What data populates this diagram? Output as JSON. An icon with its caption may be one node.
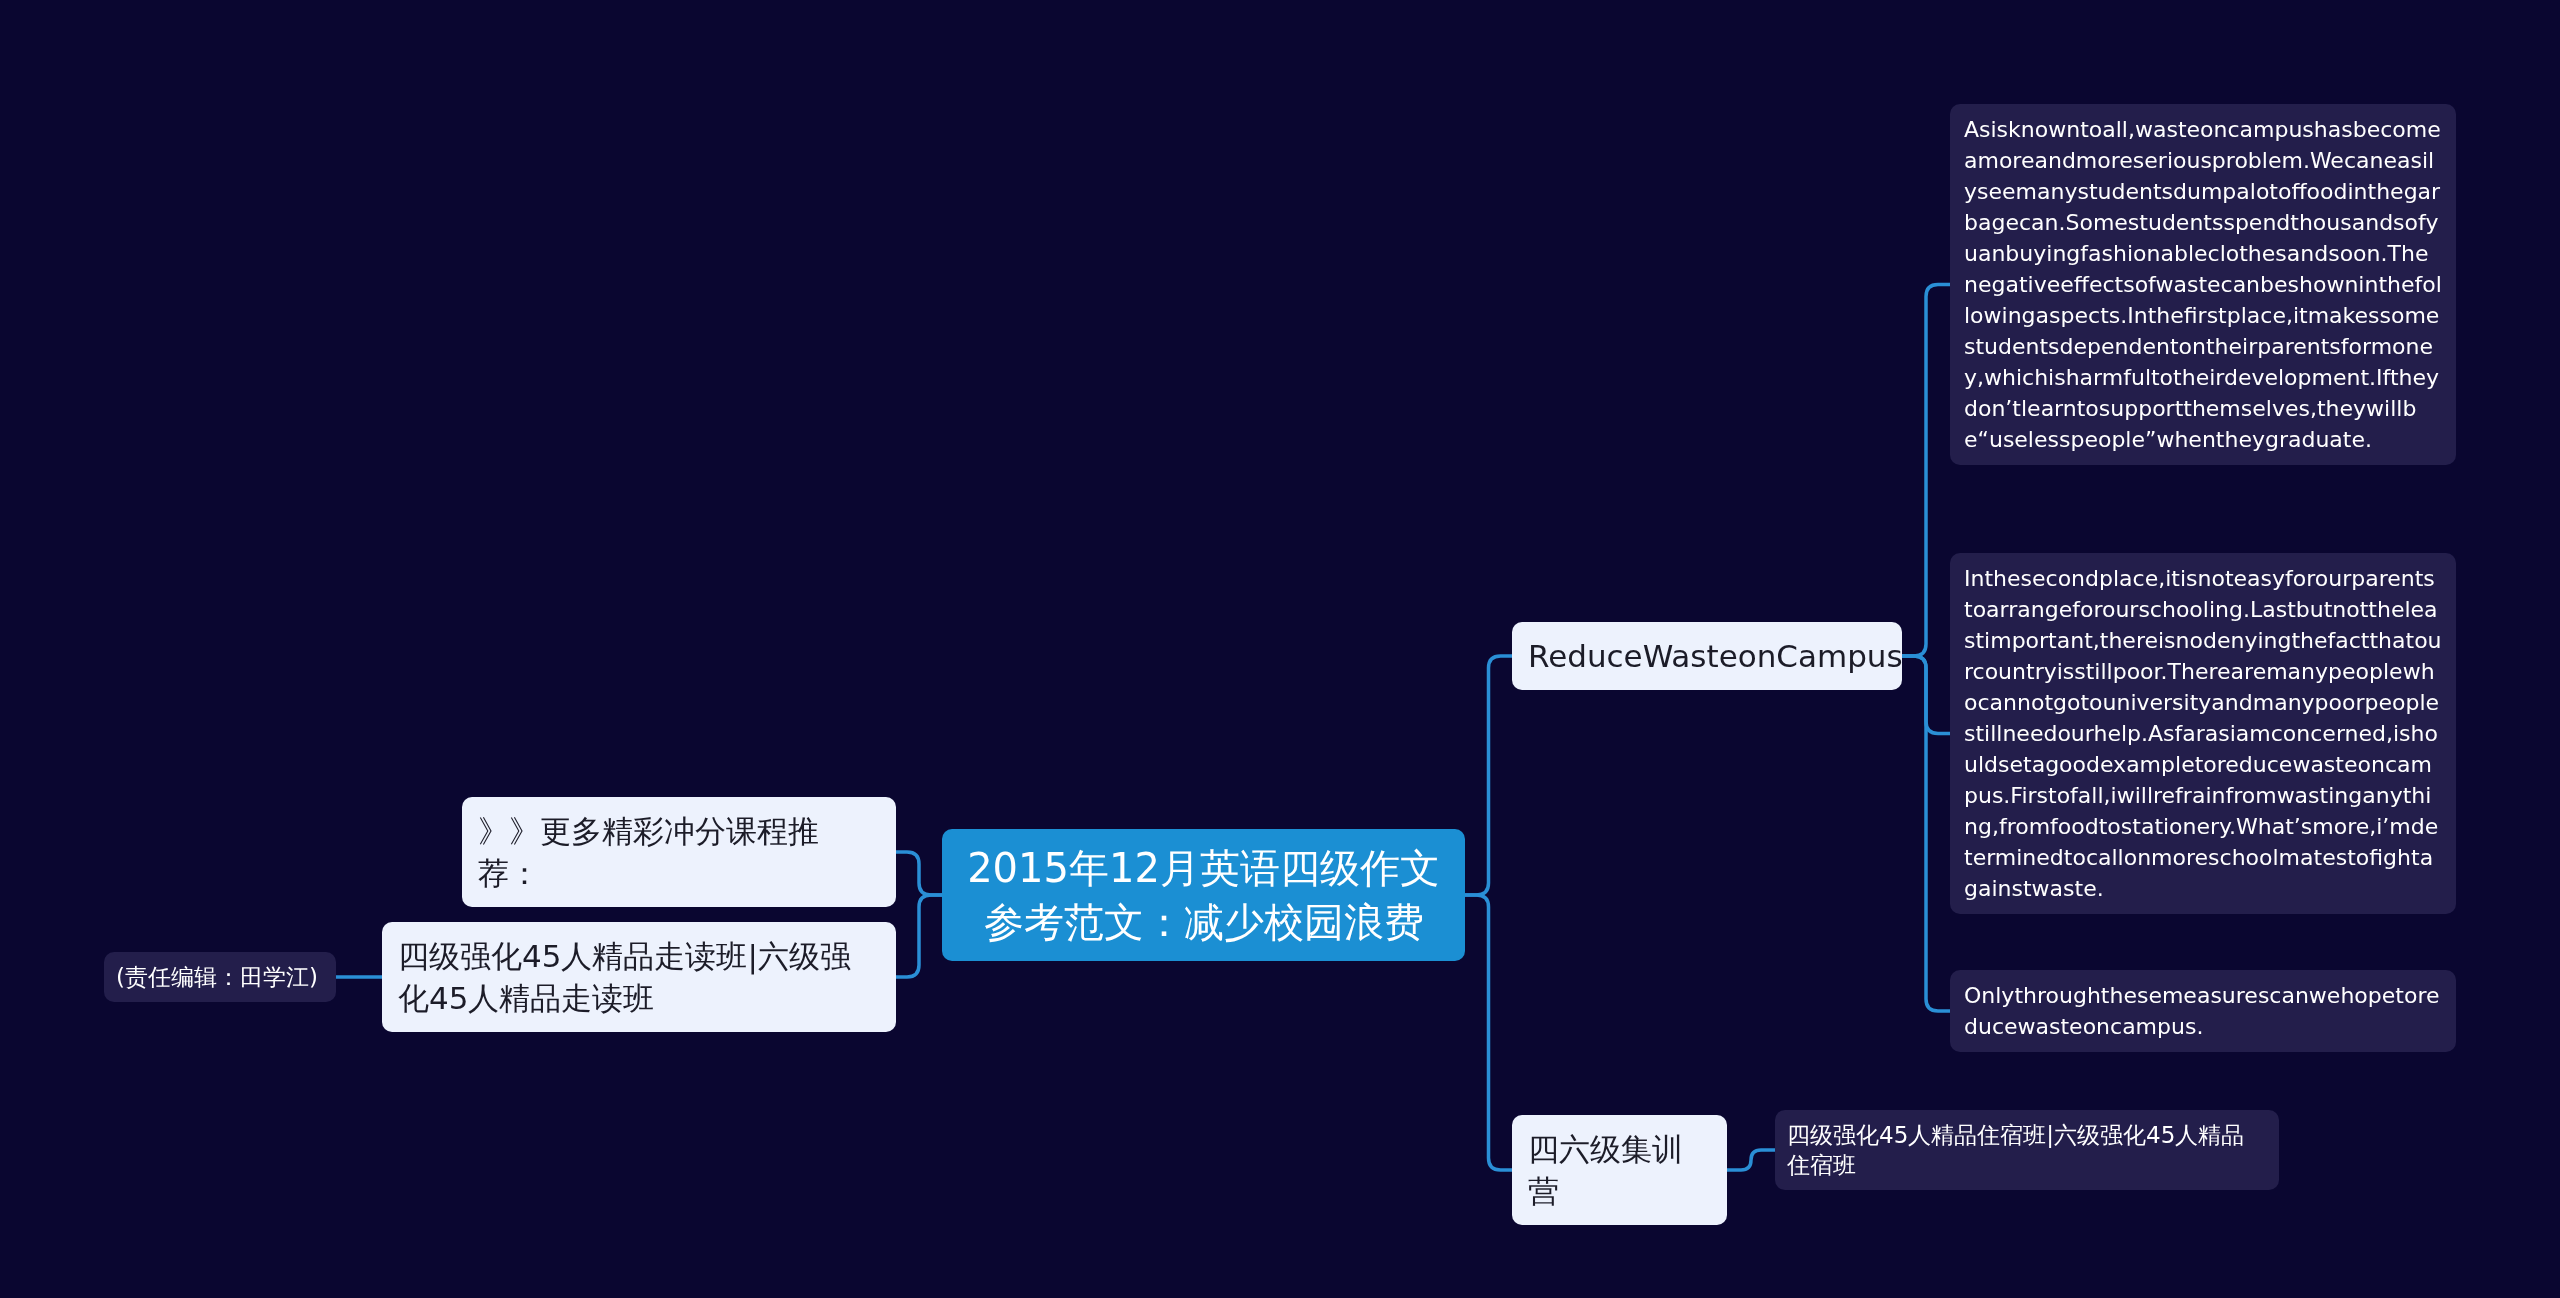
{
  "diagram": {
    "nodes": [
      {
        "text": [
          "2015年12月英语四级作文参考范文：减少校园浪费"
        ]
      },
      {
        "text": [
          "ReduceWasteonCampus"
        ]
      },
      {
        "text": [
          "Asisknowntoall,wasteoncampushasbecomeamoreandmoreseriousproblem.Wecaneasilyseemanystudentsdumpalotoffoodinthegarbagecan.Somestudentsspendthousandsofyuanbuyingfashionableclothesandsoon.Thenegativeeffectsofwastecanbeshowninthefollowingaspects.Inthefirstplace,itmakessomestudentsdependentontheirparentsformoney,whichisharmfultotheirdevelopment.Iftheydon’tlearntosupportthemselves,theywillbe“uselesspeople”whentheygraduate."
        ]
      },
      {
        "text": [
          "Inthesecondplace,itisnoteasyforourparentstoarrangeforourschooling.Lastbutnottheleastimportant,thereisnodenyingthefactthatourcountryisstillpoor.Therearemanypeoplewhocannotgotouniversityandmanypoorpeoplestillneedourhelp.Asfarasiamconcerned,ishouldsetagoodexampletoreducewasteoncampus.Firstofall,iwillrefrainfromwastinganything,fromfoodtostationery.What’smore,i’mdeterminedtocallonmoreschoolmatestofightagainstwaste."
        ]
      },
      {
        "text": [
          "Onlythroughthesemeasurescanwehopetoreducewasteoncampus."
        ]
      },
      {
        "text": [
          "四六级集训营"
        ]
      },
      {
        "text": [
          "四级强化45人精品住宿班|六级强化45人精品住宿班"
        ]
      },
      {
        "text": [
          "》》更多精彩冲分课程推荐："
        ]
      },
      {
        "text": [
          "四级强化45人精品走读班|六级强化45人精品走读班"
        ]
      },
      {
        "text": [
          "(责任编辑：田学江)"
        ]
      }
    ],
    "edges": [
      {
        "from": 0,
        "to": 1,
        "arrow": "none"
      },
      {
        "from": 1,
        "to": 2,
        "arrow": "none"
      },
      {
        "from": 1,
        "to": 3,
        "arrow": "none"
      },
      {
        "from": 1,
        "to": 4,
        "arrow": "none"
      },
      {
        "from": 0,
        "to": 5,
        "arrow": "none"
      },
      {
        "from": 5,
        "to": 6,
        "arrow": "none"
      },
      {
        "from": 0,
        "to": 7,
        "arrow": "none"
      },
      {
        "from": 0,
        "to": 8,
        "arrow": "none"
      },
      {
        "from": 8,
        "to": 9,
        "arrow": "none"
      }
    ]
  }
}
